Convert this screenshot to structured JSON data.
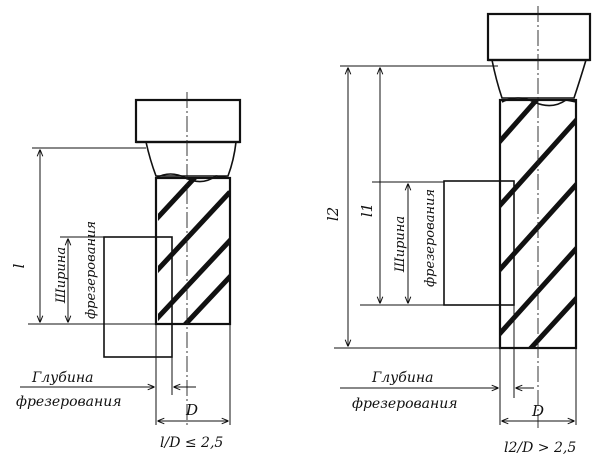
{
  "left_view": {
    "length_label": "l",
    "width_label_line1": "Ширина",
    "width_label_line2": "фрезерования",
    "depth_label_line1": "Глубина",
    "depth_label_line2": "фрезерования",
    "diameter_label": "D",
    "ratio_caption": "l/D ≤ 2,5"
  },
  "right_view": {
    "total_length_label": "l2",
    "work_length_label": "l1",
    "width_label_line1": "Ширина",
    "width_label_line2": "фрезерования",
    "depth_label_line1": "Глубина",
    "depth_label_line2": "фрезерования",
    "diameter_label": "D",
    "ratio_caption": "l2/D > 2,5"
  }
}
